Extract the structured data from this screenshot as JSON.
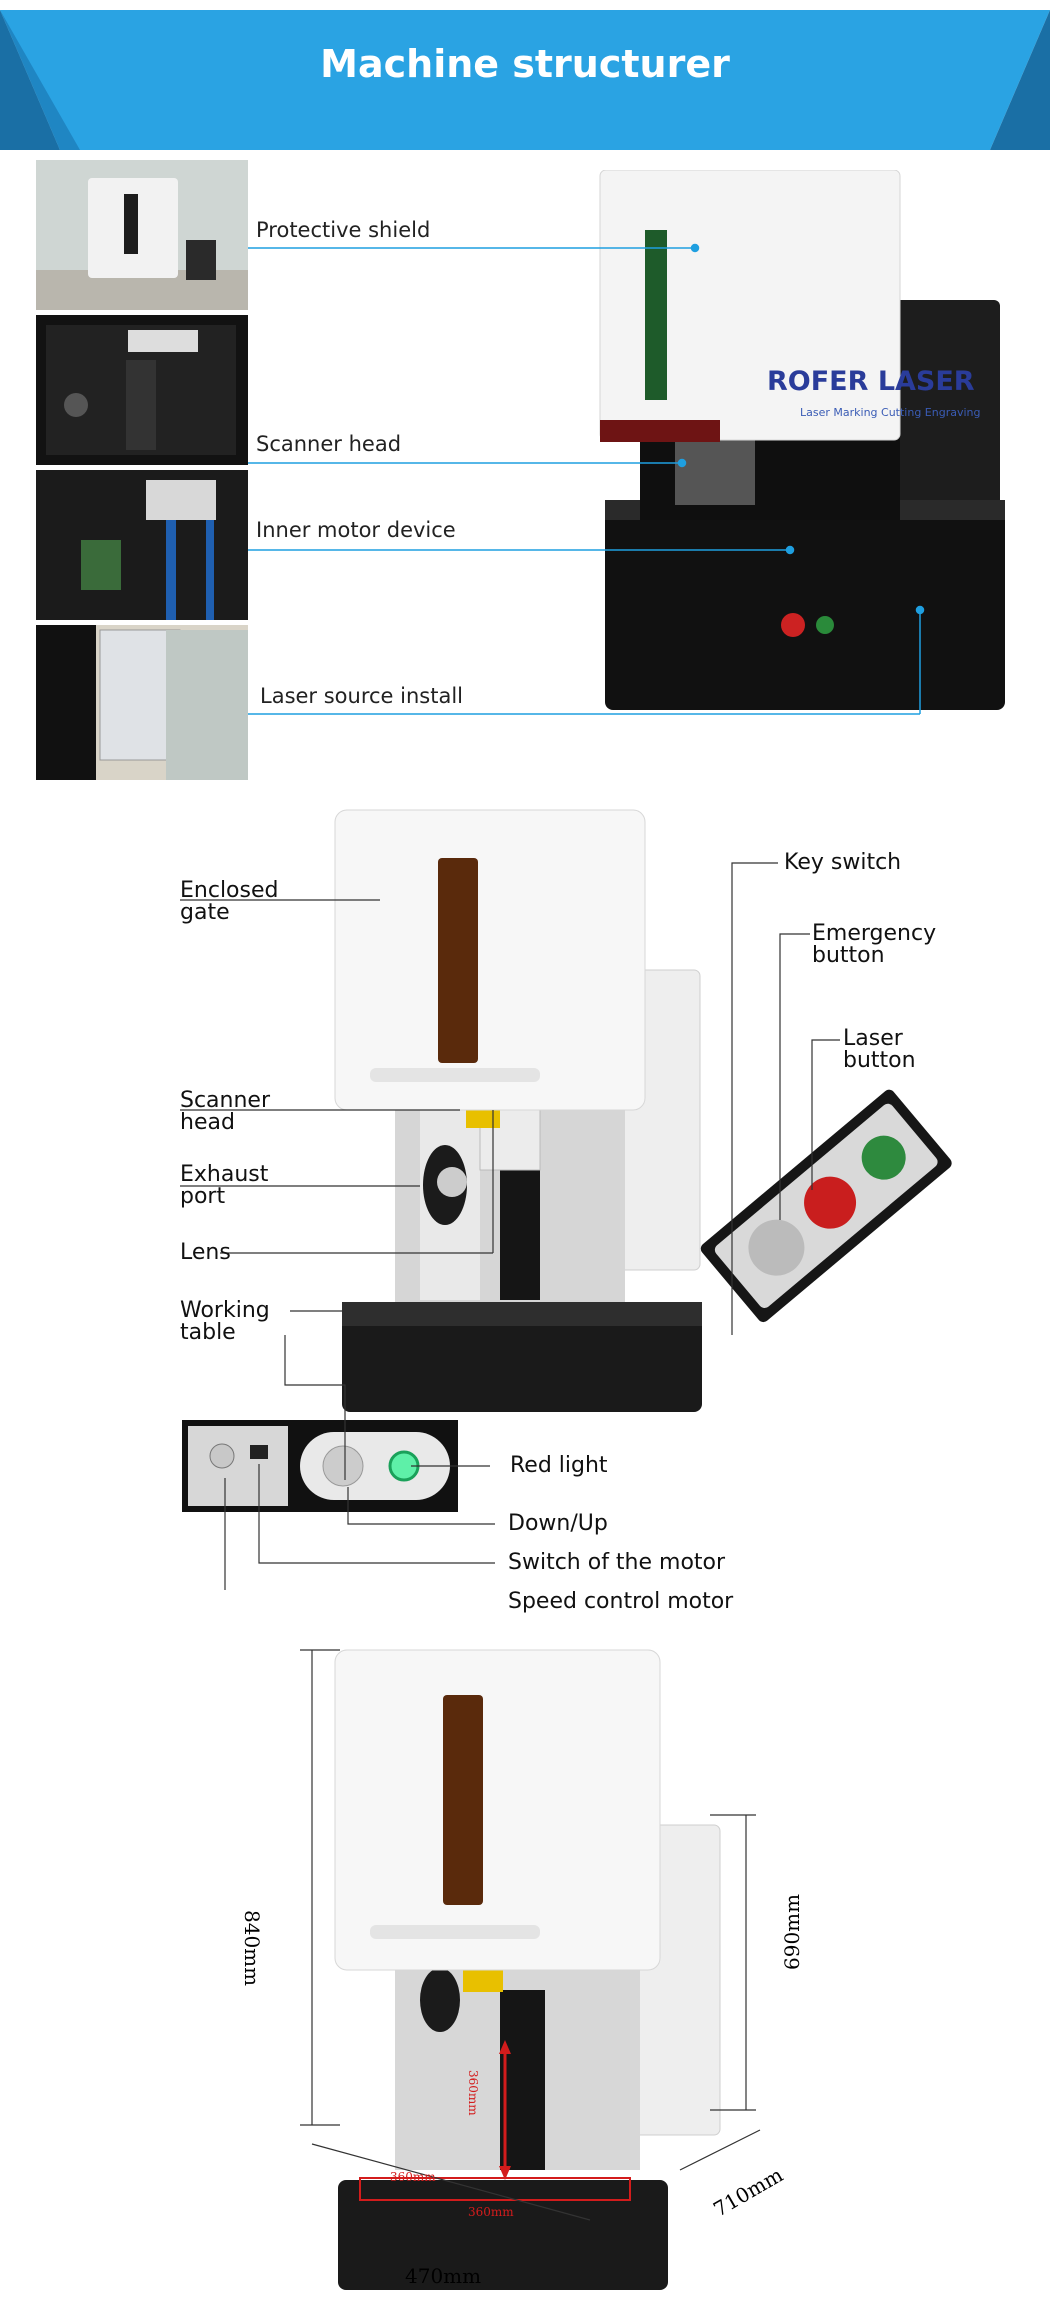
{
  "banner": {
    "title": "Machine structurer",
    "color": "#2aa3e3"
  },
  "brand": {
    "name": "ROFER LASER",
    "tagline": "Laser Marking Cutting Engraving"
  },
  "structure_labels": [
    "Protective shield",
    "Scanner head",
    "Inner motor device",
    "Laser source install"
  ],
  "parts_left": {
    "enclosed_gate": [
      "Enclosed",
      "gate"
    ],
    "scanner_head": [
      "Scanner",
      "head"
    ],
    "exhaust_port": [
      "Exhaust",
      "port"
    ],
    "lens": "Lens",
    "working_table": [
      "Working",
      "table"
    ]
  },
  "parts_right": {
    "key_switch": "Key switch",
    "emergency_button": [
      "Emergency",
      "button"
    ],
    "laser_button": [
      "Laser",
      "button"
    ]
  },
  "panel_labels": {
    "red_light": "Red light",
    "down_up": "Down/Up",
    "switch_motor": "Switch of the motor",
    "speed_control": "Speed control motor"
  },
  "dimensions": {
    "height_total": "840mm",
    "height_body": "690mm",
    "width": "470mm",
    "depth": "710mm",
    "work_height": "360mm",
    "table_width": "360mm",
    "table_depth": "360mm"
  }
}
